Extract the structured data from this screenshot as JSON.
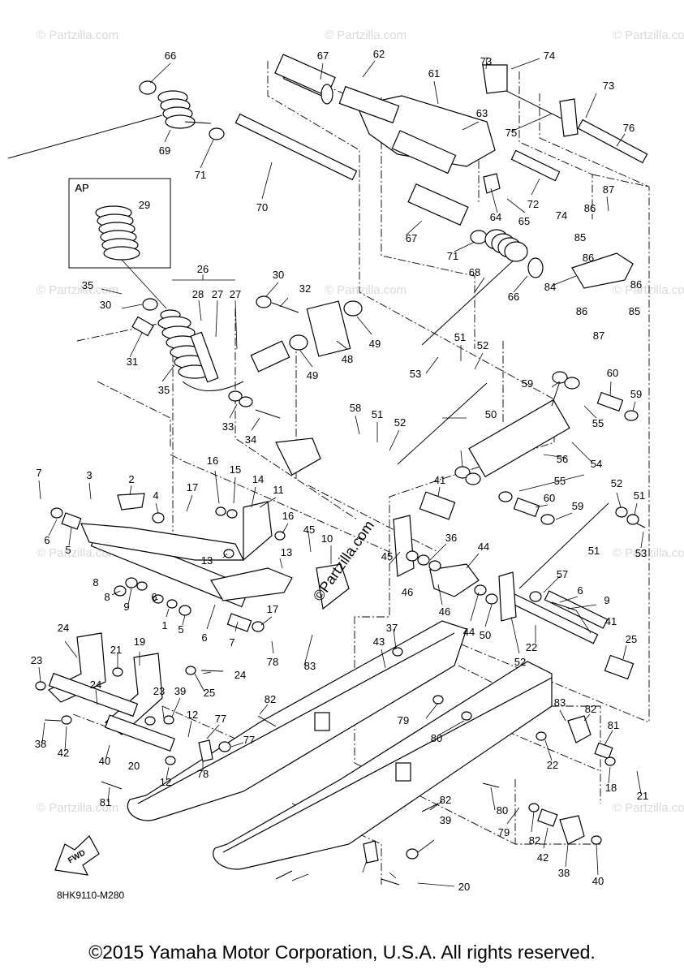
{
  "watermark_text": "© Partzilla.com",
  "center_watermark": "©Partzilla.com",
  "diagram_code": "8HK9110-M280",
  "fwd_label": "FWD",
  "ap_label": "AP",
  "copyright": "©2015 Yamaha Motor Corporation, U.S.A. All rights reserved.",
  "labels": [
    "66",
    "67",
    "62",
    "73",
    "74",
    "61",
    "63",
    "73",
    "75",
    "76",
    "69",
    "71",
    "70",
    "72",
    "74",
    "87",
    "64",
    "65",
    "86",
    "85",
    "86",
    "AP",
    "29",
    "67",
    "71",
    "68",
    "84",
    "86",
    "86",
    "85",
    "87",
    "66",
    "26",
    "28",
    "27",
    "27",
    "30",
    "32",
    "35",
    "30",
    "49",
    "31",
    "48",
    "49",
    "51",
    "52",
    "53",
    "35",
    "33",
    "34",
    "58",
    "51",
    "52",
    "50",
    "59",
    "60",
    "59",
    "55",
    "56",
    "54",
    "55",
    "16",
    "15",
    "14",
    "11",
    "16",
    "17",
    "41",
    "60",
    "59",
    "52",
    "51",
    "53",
    "7",
    "3",
    "2",
    "4",
    "6",
    "5",
    "13",
    "13",
    "10",
    "45",
    "36",
    "44",
    "45",
    "46",
    "44",
    "46",
    "50",
    "52",
    "51",
    "57",
    "6",
    "9",
    "8",
    "8",
    "9",
    "6",
    "1",
    "5",
    "6",
    "7",
    "17",
    "78",
    "83",
    "43",
    "37",
    "41",
    "22",
    "25",
    "24",
    "21",
    "19",
    "23",
    "24",
    "24",
    "25",
    "23",
    "39",
    "38",
    "42",
    "12",
    "77",
    "77",
    "82",
    "79",
    "80",
    "83",
    "82",
    "81",
    "22",
    "18",
    "21",
    "40",
    "20",
    "12",
    "78",
    "81",
    "82",
    "80",
    "79",
    "82",
    "42",
    "38",
    "40",
    "39",
    "20"
  ]
}
